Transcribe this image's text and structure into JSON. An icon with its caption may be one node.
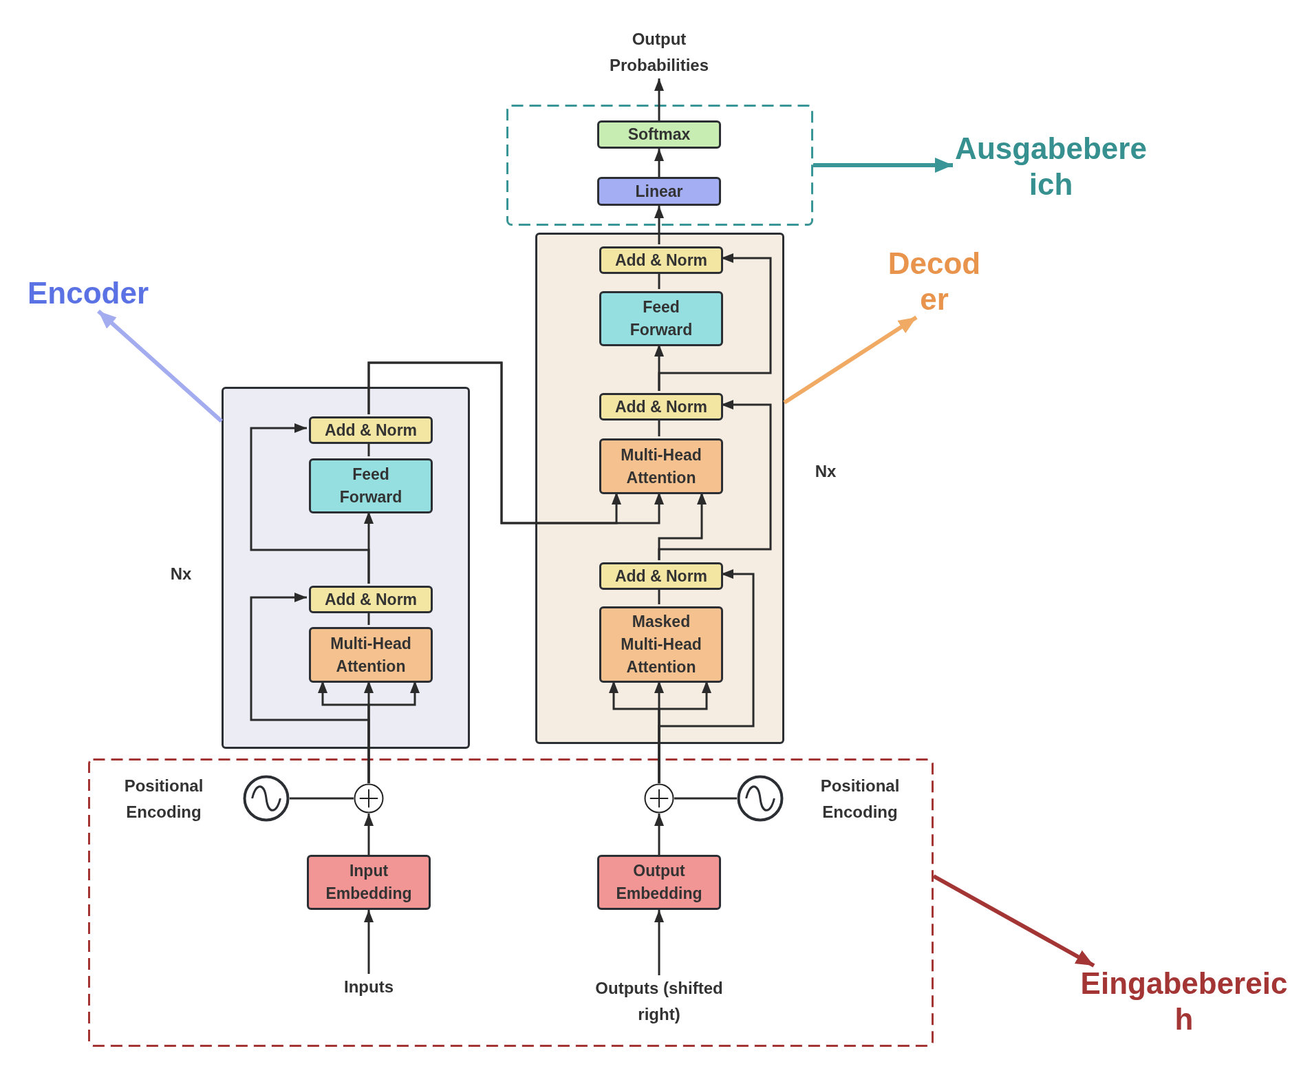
{
  "diagram": {
    "nodes": [
      {
        "text": [
          "Output Probabilities"
        ]
      },
      {
        "text": [],
        "shape": "box"
      },
      {
        "text": [
          "Softmax"
        ],
        "in": 1
      },
      {
        "text": [
          "Linear"
        ],
        "in": 1
      },
      {
        "text": [
          "Ausgabebereich"
        ]
      },
      {
        "text": [
          "Encoder"
        ]
      },
      {
        "text": [
          "Decoder"
        ]
      },
      {
        "text": [],
        "shape": "box",
        "beside": [
          "Nx"
        ]
      },
      {
        "text": [
          "Add & Norm"
        ],
        "in": 7
      },
      {
        "text": [
          "Feed Forward"
        ],
        "in": 7
      },
      {
        "text": [
          "Add & Norm"
        ],
        "in": 7
      },
      {
        "text": [
          "Multi-Head Attention"
        ],
        "in": 7
      },
      {
        "text": [
          "Add & Norm"
        ],
        "in": 7
      },
      {
        "text": [
          "Masked Multi-Head Attention"
        ],
        "in": 7
      },
      {
        "text": [],
        "shape": "box",
        "beside": [
          "Nx"
        ]
      },
      {
        "text": [
          "Add & Norm"
        ],
        "in": 14
      },
      {
        "text": [
          "Feed Forward"
        ],
        "in": 14
      },
      {
        "text": [
          "Add & Norm"
        ],
        "in": 14
      },
      {
        "text": [
          "Multi-Head Attention"
        ],
        "in": 14
      },
      {
        "text": [],
        "shape": "box"
      },
      {
        "text": [],
        "shape": "circle",
        "beside": [
          "Positional Encoding"
        ],
        "in": 19
      },
      {
        "text": [],
        "shape": "circle",
        "in": 19
      },
      {
        "text": [],
        "shape": "circle",
        "in": 19
      },
      {
        "text": [],
        "shape": "circle",
        "beside": [
          "Positional Encoding"
        ],
        "in": 19
      },
      {
        "text": [
          "Input Embedding"
        ],
        "in": 19
      },
      {
        "text": [
          "Output Embedding"
        ],
        "in": 19
      },
      {
        "text": [
          "Inputs"
        ],
        "in": 19
      },
      {
        "text": [
          "Outputs (shifted right)"
        ],
        "in": 19
      },
      {
        "text": [
          "Eingabebereich"
        ]
      }
    ],
    "edges": [
      {
        "from": 26,
        "to": 24,
        "arrow": "to"
      },
      {
        "from": 24,
        "to": 21,
        "arrow": "to"
      },
      {
        "from": 20,
        "to": 21,
        "arrow": "none"
      },
      {
        "from": 21,
        "to": 18,
        "arrow": "to"
      },
      {
        "from": 21,
        "to": 18,
        "arrow": "to"
      },
      {
        "from": 21,
        "to": 18,
        "arrow": "to"
      },
      {
        "from": 21,
        "to": 17,
        "arrow": "to"
      },
      {
        "from": 18,
        "to": 17,
        "arrow": "none"
      },
      {
        "from": 17,
        "to": 16,
        "arrow": "to"
      },
      {
        "from": 17,
        "to": 15,
        "arrow": "to"
      },
      {
        "from": 16,
        "to": 15,
        "arrow": "none"
      },
      {
        "from": 15,
        "to": 11,
        "arrow": "to"
      },
      {
        "from": 15,
        "to": 11,
        "arrow": "to"
      },
      {
        "from": 27,
        "to": 25,
        "arrow": "to"
      },
      {
        "from": 25,
        "to": 22,
        "arrow": "to"
      },
      {
        "from": 23,
        "to": 22,
        "arrow": "none"
      },
      {
        "from": 22,
        "to": 13,
        "arrow": "to"
      },
      {
        "from": 22,
        "to": 13,
        "arrow": "to"
      },
      {
        "from": 22,
        "to": 13,
        "arrow": "to"
      },
      {
        "from": 22,
        "to": 12,
        "arrow": "to"
      },
      {
        "from": 13,
        "to": 12,
        "arrow": "none"
      },
      {
        "from": 12,
        "to": 11,
        "arrow": "to"
      },
      {
        "from": 12,
        "to": 10,
        "arrow": "to"
      },
      {
        "from": 11,
        "to": 10,
        "arrow": "none"
      },
      {
        "from": 10,
        "to": 9,
        "arrow": "to"
      },
      {
        "from": 10,
        "to": 8,
        "arrow": "to"
      },
      {
        "from": 9,
        "to": 8,
        "arrow": "none"
      },
      {
        "from": 8,
        "to": 3,
        "arrow": "to"
      },
      {
        "from": 3,
        "to": 2,
        "arrow": "to"
      },
      {
        "from": 2,
        "to": 0,
        "arrow": "to"
      },
      {
        "from": 1,
        "to": 4,
        "arrow": "to",
        "style": "thick",
        "color": "#3a9696"
      },
      {
        "from": 14,
        "to": 5,
        "arrow": "to",
        "style": "thick",
        "color": "#a4acf0"
      },
      {
        "from": 7,
        "to": 6,
        "arrow": "to",
        "style": "thick",
        "color": "#f0aa64"
      },
      {
        "from": 19,
        "to": 28,
        "arrow": "to",
        "style": "thick",
        "color": "#a33535"
      }
    ]
  }
}
